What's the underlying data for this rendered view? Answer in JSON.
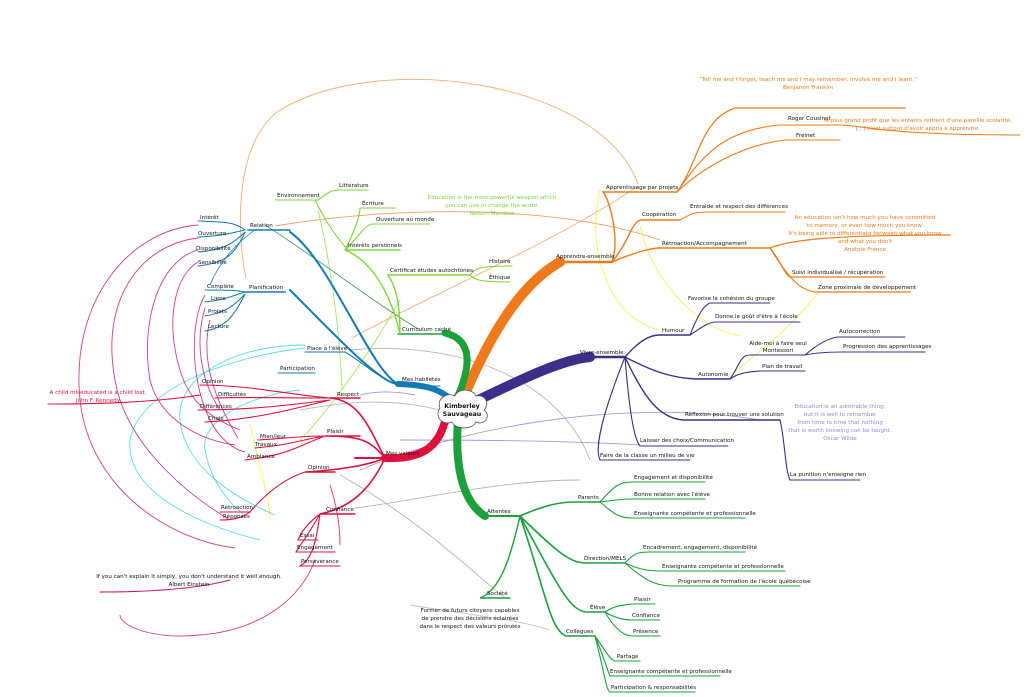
{
  "center": [
    "Kimberley",
    "Sauvageau"
  ],
  "colors": {
    "orange": "#f07a1a",
    "navy": "#3c2f8a",
    "green": "#1aa13a",
    "lime": "#7ad832",
    "red": "#e0103c",
    "blue": "#127ab4",
    "cyan": "#3fd3e8",
    "magenta": "#c81c78",
    "yellow": "#f2ec3c",
    "grey": "#a0a0a0",
    "purple": "#9a86d6"
  },
  "branches": {
    "mes_habiletes": {
      "label": "Mes habiletés",
      "planification": "Planification",
      "plan_items": [
        "Complète",
        "Liens",
        "Projets",
        "Lecture"
      ],
      "relation": "Relation",
      "relation_items": [
        "Intérêt",
        "Ouverture",
        "Disponibilité",
        "Sensibilité"
      ],
      "place": "Place à l'élève",
      "participation": "Participation"
    },
    "curriculum": {
      "label": "Curriculum caché",
      "certificat": "Certificat études autochtones",
      "histoire": "Histoire",
      "ethique": "Éthique",
      "interets": "Intérêts personnels",
      "environnement": "Environnement",
      "litterature": "Littérature",
      "ecriture": "Écriture",
      "ouverture_monde": "Ouverture au monde"
    },
    "apprendre": {
      "label": "Apprendre-ensemble",
      "projets": "Apprentissage par projets",
      "roger": "Roger Cousinet",
      "freinet": "Freinet",
      "cooperation": "Coopération",
      "entraide": "Entraide et respect des différences",
      "retroaction": "Rétroaction/Accompagnement",
      "suivi": "Suivi individualisé / récupération",
      "zone": "Zone proximale de développement"
    },
    "vivre": {
      "label": "Vivre-ensemble",
      "humour": "Humour",
      "cohesion": "Favorise la cohésion du groupe",
      "gout": "Donne le goût d'être à l'école",
      "autonomie": "Autonomie",
      "aide": [
        "Aide-moi à faire seul",
        "Montessori"
      ],
      "autocorrection": "Autocorrection",
      "progression": "Progression des apprentissages",
      "plan_travail": "Plan de travail",
      "reflexion": "Réflexion pour trouver une solution",
      "punition": "La punition n'enseigne rien",
      "laisser": "Laisser des choix/Communication",
      "faire_classe": "Faire de la classe un milieu de vie"
    },
    "attentes": {
      "label": "Attentes",
      "parents": "Parents",
      "parents_items": [
        "Engagement et disponibilité",
        "Bonne relation avec l'élève",
        "Enseignante compétente et professionnelle"
      ],
      "direction": "Direction/MELS",
      "direction_items": [
        "Encadrement, engagement, disponibilité",
        "Enseignante compétente et professionnelle",
        "Programme de formation de l'école québécoise"
      ],
      "eleve": "Élève",
      "eleve_items": [
        "Plaisir",
        "Confiance",
        "Présence"
      ],
      "collegues": "Collègues",
      "collegues_items": [
        "Partage",
        "Enseignante compétente et professionnelle",
        "Participation & responsabilités"
      ],
      "societe": "Société",
      "societe_text": [
        "Former de futurs citoyens capables",
        "de prendre des décisions éclairées",
        "dans le respect des valeurs prônées"
      ]
    },
    "mes_valeurs": {
      "label": "Mes valeurs",
      "respect": "Respect",
      "respect_items": [
        "Opinion",
        "Difficultés",
        "Différences",
        "Choix"
      ],
      "plaisir": "Plaisir",
      "plaisir_items": [
        "Mien/leur",
        "Travaux",
        "Ambiance"
      ],
      "opinion": "Opinion",
      "confiance": "Confiance",
      "retroaction": "Rétroaction",
      "reponses": "Réponses",
      "essai": "Essai",
      "engagement": "Engagement",
      "perseverance": "Persévérance"
    }
  },
  "quotes": {
    "franklin": [
      "\"Tell me and I forget, teach me and I may remember, involve me and I learn.\"",
      "Benjamin Franklin"
    ],
    "cousinet": [
      "le plus grand profit que les enfants retirent d'une pareille scolarité,",
      "[...] c'est surtout d'avoir appris à apprendre."
    ],
    "mandela": [
      "Education is the most powerful weapon which",
      "you can use to change the world.",
      "Nelson Mandela"
    ],
    "france": [
      "An education isn't how much you have committed",
      "to memory, or even how much you know.",
      "It's being able to differentiate between what you know",
      "and what you don't",
      "Anatole France"
    ],
    "wilde": [
      "Education is an admirable thing,",
      "but it is well to remember",
      "from time to time that nothing",
      "that is worth knowing can be taught.",
      "Oscar Wilde"
    ],
    "kennedy": [
      "A child miseducated is a child lost.",
      "John F. Kennedy"
    ],
    "einstein": [
      "If you can't explain it simply, you don't understand it well enough.",
      "Albert Einstein"
    ]
  }
}
